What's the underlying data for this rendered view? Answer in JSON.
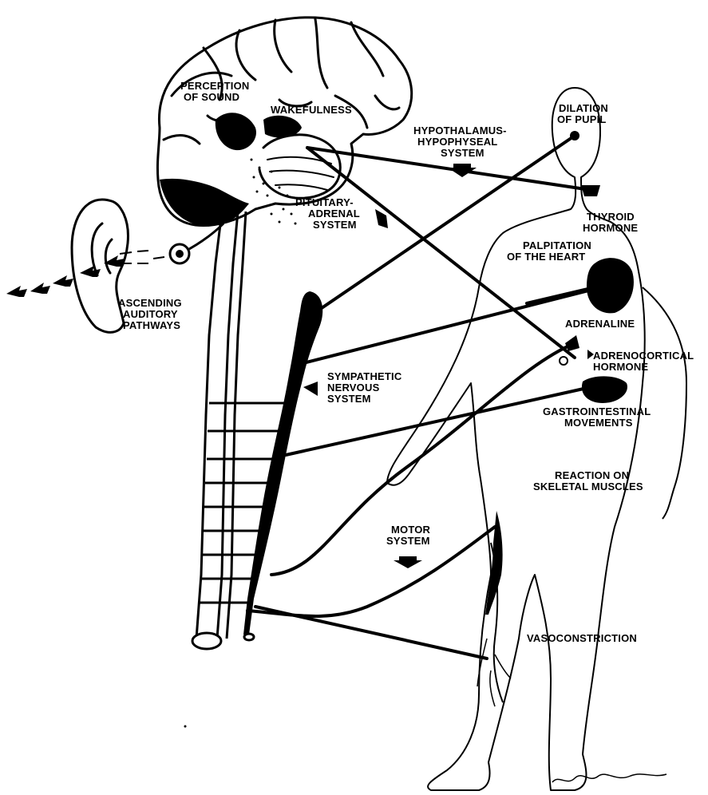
{
  "labels": {
    "perception_of_sound": [
      "PERCEPTION",
      "OF SOUND"
    ],
    "wakefulness": "WAKEFULNESS",
    "hypothalamus_system": [
      "HYPOTHALAMUS-",
      "HYPOPHYSEAL",
      "SYSTEM"
    ],
    "dilation_of_pupil": [
      "DILATION",
      "OF PUPIL"
    ],
    "pituitary_adrenal": [
      "PITUITARY-",
      "ADRENAL",
      "SYSTEM"
    ],
    "thyroid_hormone": [
      "THYROID",
      "HORMONE"
    ],
    "palpitation": [
      "PALPITATION",
      "OF THE HEART"
    ],
    "ascending_auditory": [
      "ASCENDING",
      "AUDITORY",
      "PATHWAYS"
    ],
    "adrenaline": "ADRENALINE",
    "adrenocortical": [
      "ADRENOCORTICAL",
      "HORMONE"
    ],
    "sympathetic": [
      "SYMPATHETIC",
      "NERVOUS",
      "SYSTEM"
    ],
    "gastrointestinal": [
      "GASTROINTESTINAL",
      "MOVEMENTS"
    ],
    "skeletal": [
      "REACTION ON",
      "SKELETAL MUSCLES"
    ],
    "motor_system": [
      "MOTOR",
      "SYSTEM"
    ],
    "vasoconstriction": "VASOCONSTRICTION"
  }
}
